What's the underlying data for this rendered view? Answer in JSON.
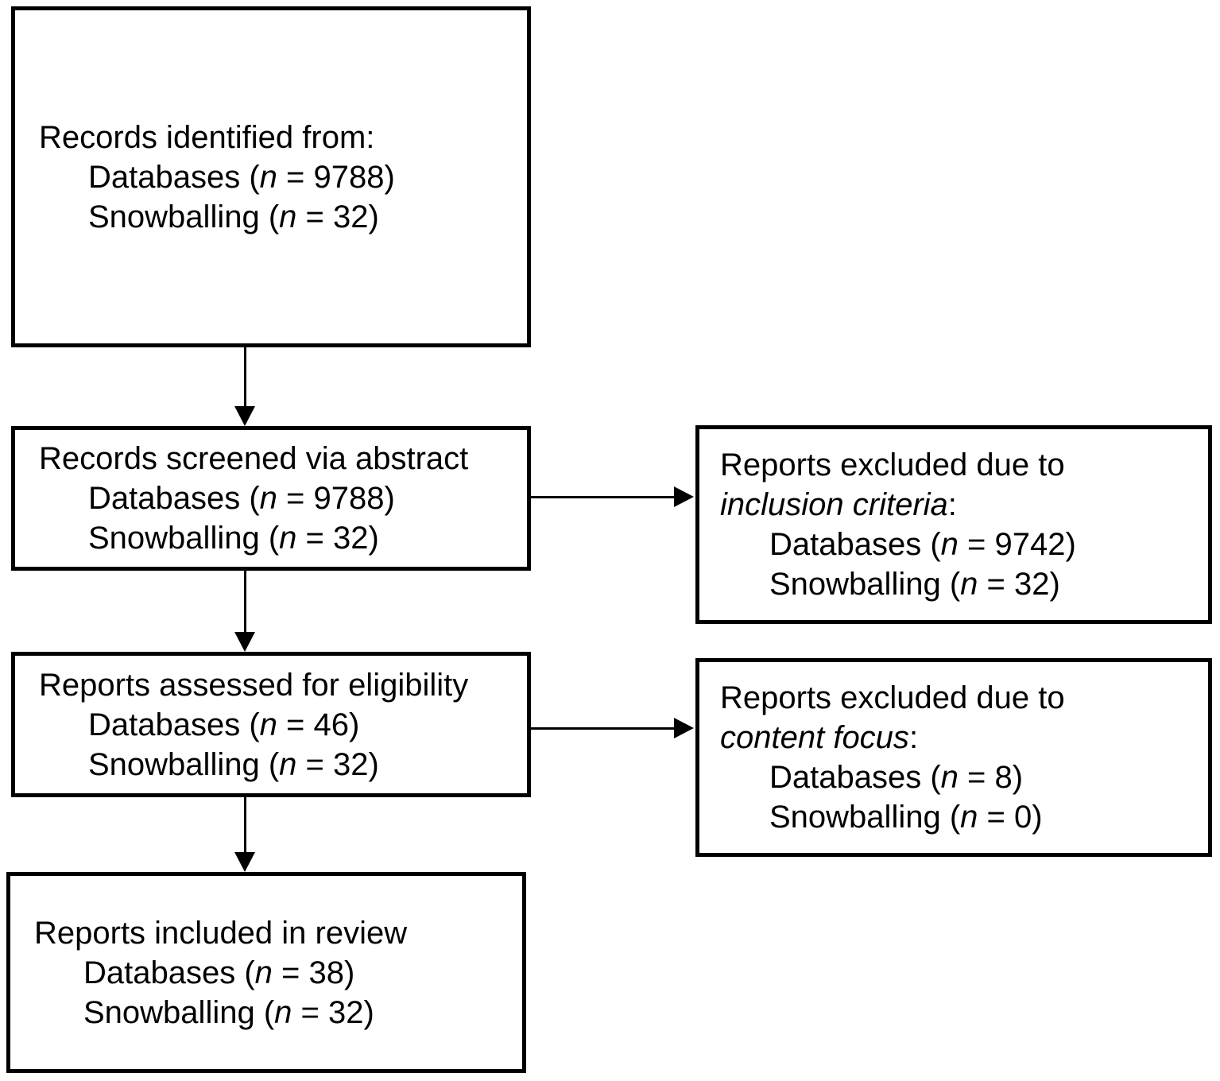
{
  "colors": {
    "ink": "#000000",
    "background": "#ffffff"
  },
  "boxes": {
    "identified": {
      "title": "Records identified from:",
      "items": [
        {
          "pre": "Databases (",
          "n": "n",
          "post": " = 9788)"
        },
        {
          "pre": "Snowballing (",
          "n": "n",
          "post": " = 32)"
        }
      ]
    },
    "screened": {
      "title": "Records screened via abstract",
      "items": [
        {
          "pre": "Databases (",
          "n": "n",
          "post": " = 9788)"
        },
        {
          "pre": "Snowballing (",
          "n": "n",
          "post": " = 32)"
        }
      ]
    },
    "excluded_inclusion": {
      "title_line1": "Reports excluded due to",
      "title_italic": "inclusion criteria",
      "title_suffix": ":",
      "items": [
        {
          "pre": "Databases (",
          "n": "n",
          "post": " = 9742)"
        },
        {
          "pre": "Snowballing (",
          "n": "n",
          "post": " = 32)"
        }
      ]
    },
    "eligibility": {
      "title": "Reports assessed for eligibility",
      "items": [
        {
          "pre": "Databases (",
          "n": "n",
          "post": " = 46)"
        },
        {
          "pre": "Snowballing (",
          "n": "n",
          "post": " = 32)"
        }
      ]
    },
    "excluded_content": {
      "title_line1": "Reports excluded due to",
      "title_italic": "content focus",
      "title_suffix": ":",
      "items": [
        {
          "pre": "Databases (",
          "n": "n",
          "post": " = 8)"
        },
        {
          "pre": "Snowballing (",
          "n": "n",
          "post": " = 0)"
        }
      ]
    },
    "included": {
      "title": "Reports included in review",
      "items": [
        {
          "pre": "Databases (",
          "n": "n",
          "post": " = 38)"
        },
        {
          "pre": "Snowballing (",
          "n": "n",
          "post": " = 32)"
        }
      ]
    }
  }
}
